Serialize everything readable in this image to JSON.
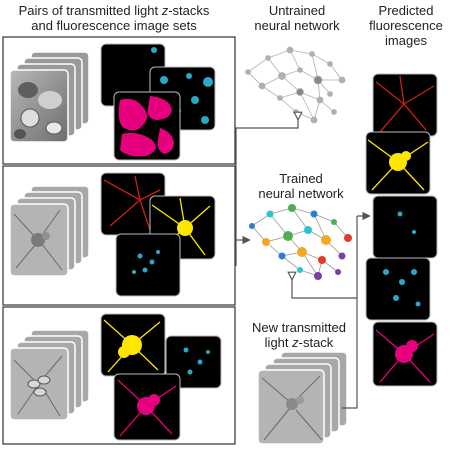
{
  "titles": {
    "pairs_line1": "Pairs of transmitted light ",
    "pairs_z": "z",
    "pairs_line1_end": "-stacks",
    "pairs_line2": "and fluorescence image sets",
    "untrained_line1": "Untrained",
    "untrained_line2": "neural network",
    "trained_line1": "Trained",
    "trained_line2": "neural network",
    "newstack_line1": "New transmitted",
    "newstack_line2": "light ",
    "newstack_z": "z",
    "newstack_line2_end": "-stack",
    "predicted_line1": "Predicted",
    "predicted_line2": "fluorescence",
    "predicted_line3": "images"
  },
  "colors": {
    "magenta": "#e6007e",
    "cyan": "#2aa8c8",
    "yellow": "#ffe600",
    "red": "#d02010",
    "grey_tile": "#8a8a8a",
    "black": "#000000",
    "arrow": "#555555",
    "network_grey": "#b0b0b0",
    "net_green": "#4caf50",
    "net_orange": "#f5a623",
    "net_blue": "#2a7fd4",
    "net_purple": "#7a3fa6",
    "net_cyan": "#2ac4d4",
    "net_red": "#e23b2a"
  }
}
